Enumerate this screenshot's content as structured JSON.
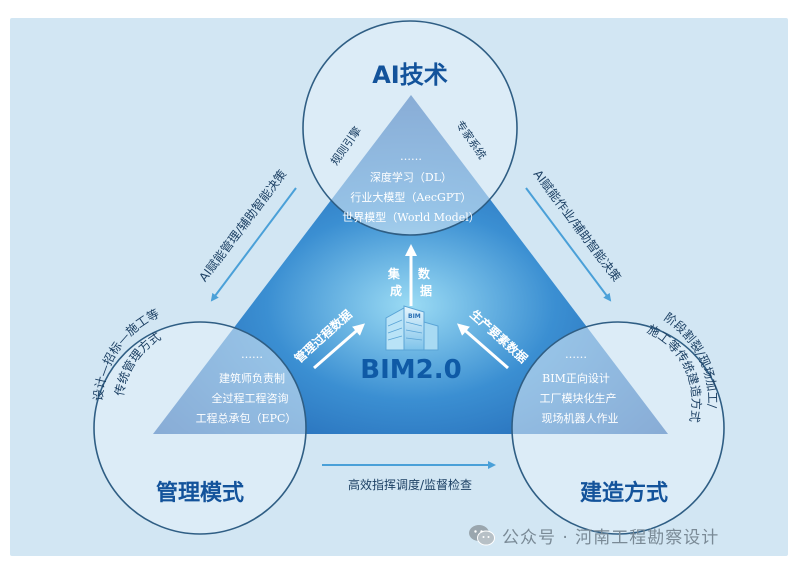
{
  "colors": {
    "panel": "#d2e6f3",
    "triangle_edge": "#1d63b4",
    "triangle_center": "#8fd5f2",
    "circle_fill": "#e4f1fa",
    "circle_stroke": "#2f5e84",
    "title_blue": "#13539b",
    "arrow_blue": "#4aa0d8",
    "arrow_white": "#ffffff"
  },
  "nodes": {
    "ai": {
      "title": "AI技术",
      "left_label": "规则引擎",
      "right_label": "专家系统",
      "ellipsis": "……",
      "items": [
        "深度学习（DL）",
        "行业大模型（AecGPT）",
        "世界模型（World Model）"
      ]
    },
    "management": {
      "title": "管理模式",
      "outer_line1": "设计—招标—施工等",
      "outer_line2": "传统管理方式",
      "ellipsis": "……",
      "items": [
        "建筑师负责制",
        "全过程工程咨询",
        "工程总承包（EPC）"
      ]
    },
    "construction": {
      "title": "建造方式",
      "outer_line1": "阶段割裂/现场加工/",
      "outer_line2": "施工等传统建造方式",
      "ellipsis": "……",
      "items": [
        "BIM正向设计",
        "工厂模块化生产",
        "现场机器人作业"
      ]
    }
  },
  "center": {
    "label": "BIM2.0",
    "building_text": "BIM",
    "data_integration_col1": "集成",
    "data_integration_col2": "数据"
  },
  "inner_arrows": {
    "left": "管理过程数据",
    "right": "生产要素数据"
  },
  "edges": {
    "left": "AI赋能管理/辅助智能决策",
    "right": "AI赋能作业/辅助智能决策",
    "bottom": "高效指挥调度/监督检查"
  },
  "watermark": "公众号 · 河南工程勘察设计"
}
